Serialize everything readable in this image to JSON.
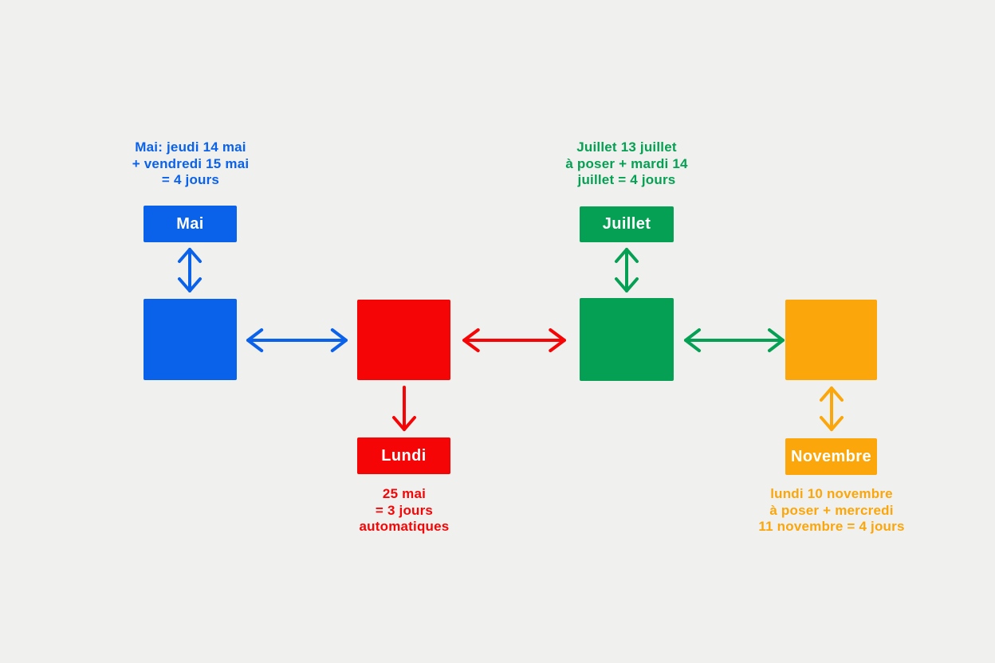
{
  "colors": {
    "background": "#f0f0ee",
    "blue": "#0a61ea",
    "red": "#f50505",
    "green": "#05a053",
    "orange": "#fba60a",
    "label_text": "#ffffff"
  },
  "icons": {
    "horizontal_double_arrow": "↔",
    "vertical_double_arrow": "↕",
    "down_arrow": "↓"
  },
  "mai": {
    "annotation": [
      "Mai: jeudi 14 mai",
      "+ vendredi 15 mai",
      "= 4 jours"
    ],
    "label": "Mai"
  },
  "juillet": {
    "annotation": [
      "Juillet 13 juillet",
      "à poser + mardi 14",
      "juillet = 4 jours"
    ],
    "label": "Juillet"
  },
  "lundi": {
    "label": "Lundi",
    "annotation": [
      "25 mai",
      "= 3 jours",
      "automatiques"
    ]
  },
  "novembre": {
    "label": "Novembre",
    "annotation": [
      "lundi 10 novembre",
      "à poser + mercredi",
      "11 novembre = 4 jours"
    ]
  }
}
